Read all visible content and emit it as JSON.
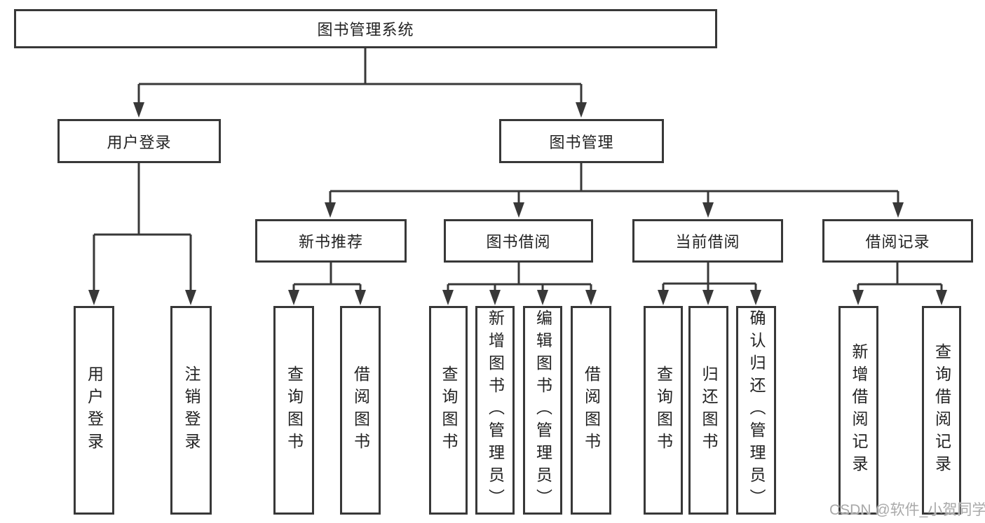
{
  "tree": {
    "root": {
      "label": "图书管理系统"
    },
    "user_login": {
      "label": "用户登录",
      "children": [
        "用户登录",
        "注销登录"
      ]
    },
    "book_mgmt": {
      "label": "图书管理"
    },
    "new_book": {
      "label": "新书推荐",
      "children": [
        "查询图书",
        "借阅图书"
      ]
    },
    "borrow": {
      "label": "图书借阅",
      "children": [
        "查询图书",
        "新增图书（管理员）",
        "编辑图书（管理员）",
        "借阅图书"
      ]
    },
    "current": {
      "label": "当前借阅",
      "children": [
        "查询图书",
        "归还图书",
        "确认归还（管理员）"
      ]
    },
    "records": {
      "label": "借阅记录",
      "children": [
        "新增借阅记录",
        "查询借阅记录"
      ]
    }
  },
  "watermark": "CSDN @软件_小贺同学",
  "colors": {
    "line": "#383838",
    "text": "#222222",
    "background": "#ffffff",
    "watermark": "#a9a9a9"
  }
}
